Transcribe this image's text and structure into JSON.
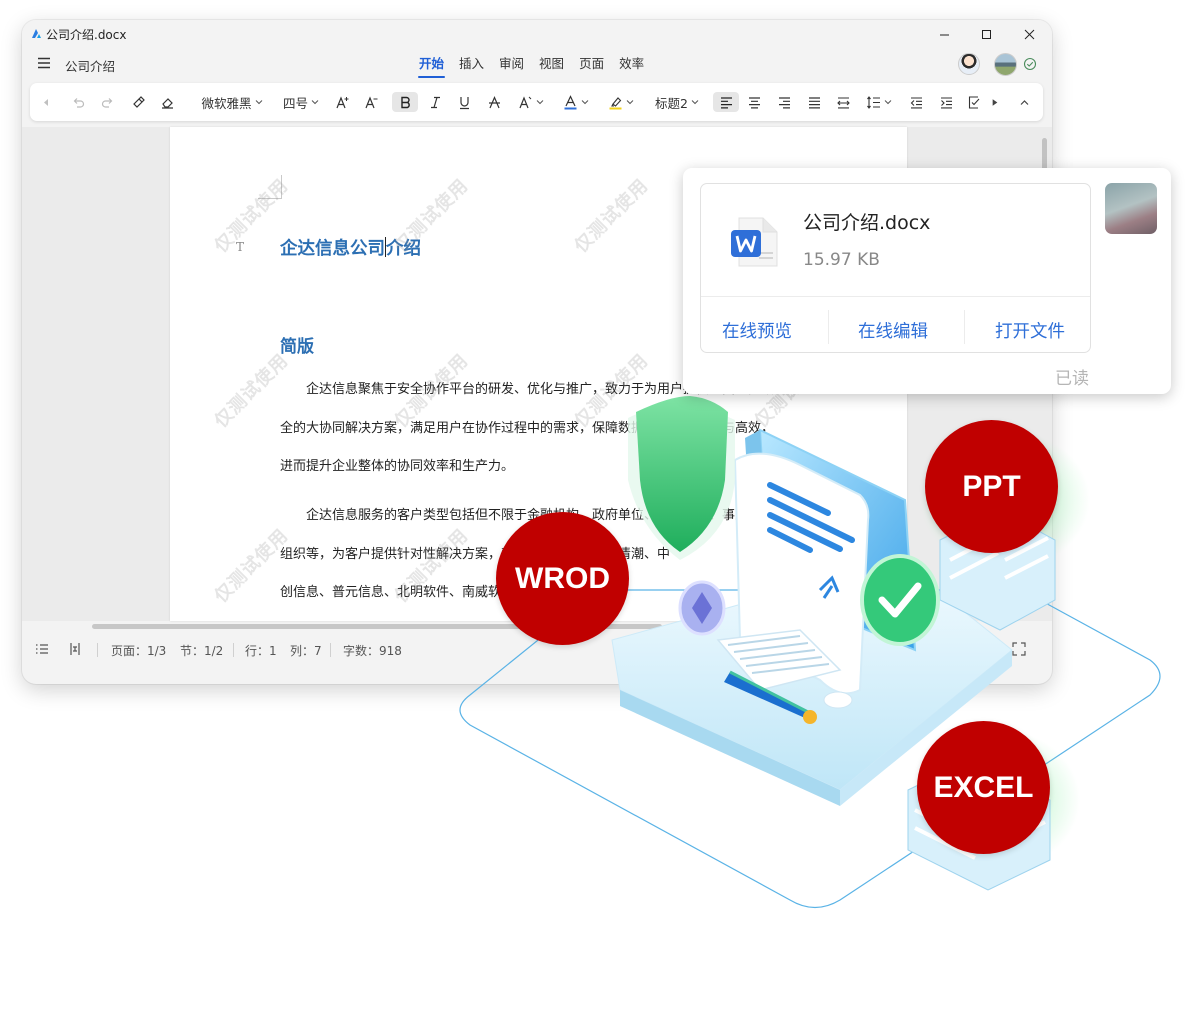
{
  "window": {
    "title": "公司介绍.docx",
    "doc_name": "公司介绍",
    "tabs": [
      {
        "label": "开始",
        "active": true
      },
      {
        "label": "插入",
        "active": false
      },
      {
        "label": "审阅",
        "active": false
      },
      {
        "label": "视图",
        "active": false
      },
      {
        "label": "页面",
        "active": false
      },
      {
        "label": "效率",
        "active": false
      }
    ],
    "controls": [
      "minimize-icon",
      "maximize-icon",
      "close-icon"
    ]
  },
  "toolbar": {
    "font_family": "微软雅黑",
    "font_size": "四号",
    "style": "标题2",
    "icons": [
      "back-icon",
      "undo-icon",
      "redo-icon",
      "format-painter-icon",
      "eraser-icon",
      "grow-font-icon",
      "shrink-font-icon",
      "bold-icon",
      "italic-icon",
      "underline-icon",
      "strikethrough-icon",
      "text-effect-icon",
      "font-color-icon",
      "highlight-icon",
      "align-left-icon",
      "align-center-icon",
      "align-right-icon",
      "justify-icon",
      "distributed-icon",
      "line-spacing-icon",
      "decrease-indent-icon",
      "increase-indent-icon",
      "checklist-icon",
      "more-icon",
      "collapse-icon"
    ],
    "accent_color": "#1f5fd6"
  },
  "document": {
    "title": "企达信息公司介绍",
    "heading": "简版",
    "paragraph1": [
      "企达信息聚焦于安全协作平台的研发、优化与推广，致力于为用户提供全面、高效、安",
      "全的大协同解决方案，满足用户在协作过程中的需求，保障数据与信息的安全与高效，",
      "进而提升企业整体的协同效率和生产力。"
    ],
    "paragraph2": [
      "企达信息服务的客户类型包括但不限于金融机构、政府单位、工业企业、事业单位和社会",
      "组织等，为客户提供针对性解决方案，帮助客户组织，并与清潮、中",
      "创信息、普元信息、北明软件、南威软件等合作。"
    ],
    "watermark": "仅测试使用",
    "title_color": "#2c6fb3"
  },
  "status": {
    "page": "页面：1/3",
    "section": "节：1/2",
    "row": "行：1",
    "col": "列：7",
    "word_count": "字数：918"
  },
  "file_card": {
    "file_name": "公司介绍.docx",
    "file_size": "15.97 KB",
    "actions": [
      "在线预览",
      "在线编辑",
      "打开文件"
    ],
    "read_status": "已读",
    "link_color": "#2f6fd8"
  },
  "badges": {
    "word": "WROD",
    "ppt": "PPT",
    "excel": "EXCEL",
    "color": "#c00000"
  }
}
